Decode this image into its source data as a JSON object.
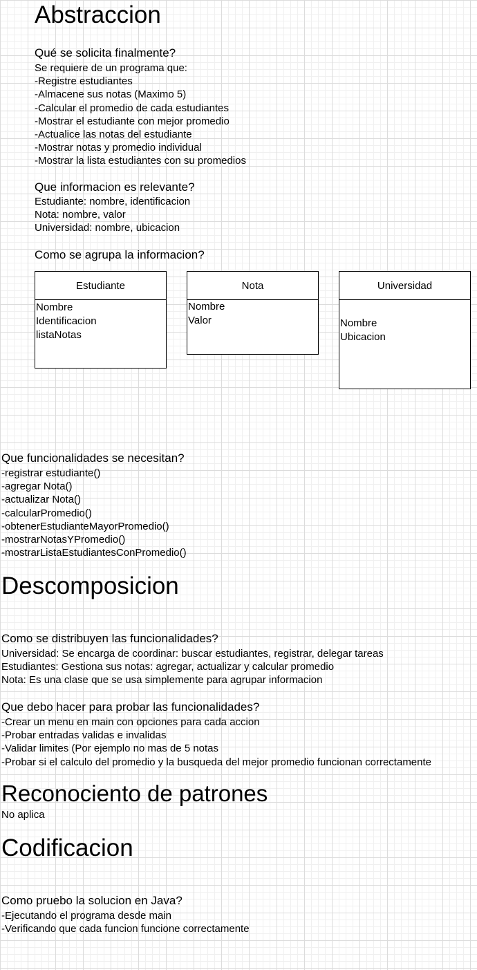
{
  "abstraccion": {
    "title": "Abstraccion",
    "q1": {
      "heading": "Qué se solicita finalmente?",
      "lines": [
        "Se requiere de un programa que:",
        "-Registre estudiantes",
        "-Almacene sus notas (Maximo 5)",
        "-Calcular el promedio de cada estudiantes",
        "-Mostrar el estudiante con mejor promedio",
        "-Actualice las notas del estudiante",
        "-Mostrar notas y promedio individual",
        "-Mostrar la lista estudiantes con su promedios"
      ]
    },
    "q2": {
      "heading": "Que informacion es relevante?",
      "lines": [
        "Estudiante: nombre, identificacion",
        "Nota: nombre, valor",
        "Universidad: nombre, ubicacion"
      ]
    },
    "q3": {
      "heading": "Como se agrupa la informacion?",
      "classes": [
        {
          "name": "Estudiante",
          "fields": [
            "Nombre",
            "Identificacion",
            "listaNotas"
          ]
        },
        {
          "name": "Nota",
          "fields": [
            "Nombre",
            "Valor"
          ]
        },
        {
          "name": "Universidad",
          "fields": [
            "Nombre",
            "Ubicacion"
          ]
        }
      ]
    },
    "q4": {
      "heading": "Que funcionalidades se necesitan?",
      "lines": [
        "-registrar estudiante()",
        "-agregar Nota()",
        "-actualizar Nota()",
        "-calcularPromedio()",
        "-obtenerEstudianteMayorPromedio()",
        "-mostrarNotasYPromedio()",
        "-mostrarListaEstudiantesConPromedio()"
      ]
    }
  },
  "descomposicion": {
    "title": "Descomposicion",
    "q1": {
      "heading": "Como se distribuyen las funcionalidades?",
      "lines": [
        "Universidad: Se encarga de coordinar: buscar estudiantes, registrar, delegar tareas",
        "Estudiantes: Gestiona sus notas: agregar, actualizar y calcular promedio",
        "Nota: Es una clase que se usa simplemente para agrupar informacion"
      ]
    },
    "q2": {
      "heading": "Que debo hacer para probar las funcionalidades?",
      "lines": [
        "-Crear un menu en main con opciones para cada accion",
        "-Probar entradas validas e invalidas",
        "-Validar limites (Por ejemplo no mas de 5 notas",
        "-Probar si el calculo del promedio y la busqueda del mejor promedio funcionan correctamente"
      ]
    }
  },
  "patrones": {
    "title": "Reconociento de patrones",
    "text": "No aplica"
  },
  "codificacion": {
    "title": "Codificacion",
    "q1": {
      "heading": "Como pruebo la solucion en Java?",
      "lines": [
        "-Ejecutando el programa desde main",
        "-Verificando que cada funcion funcione correctamente"
      ]
    }
  }
}
